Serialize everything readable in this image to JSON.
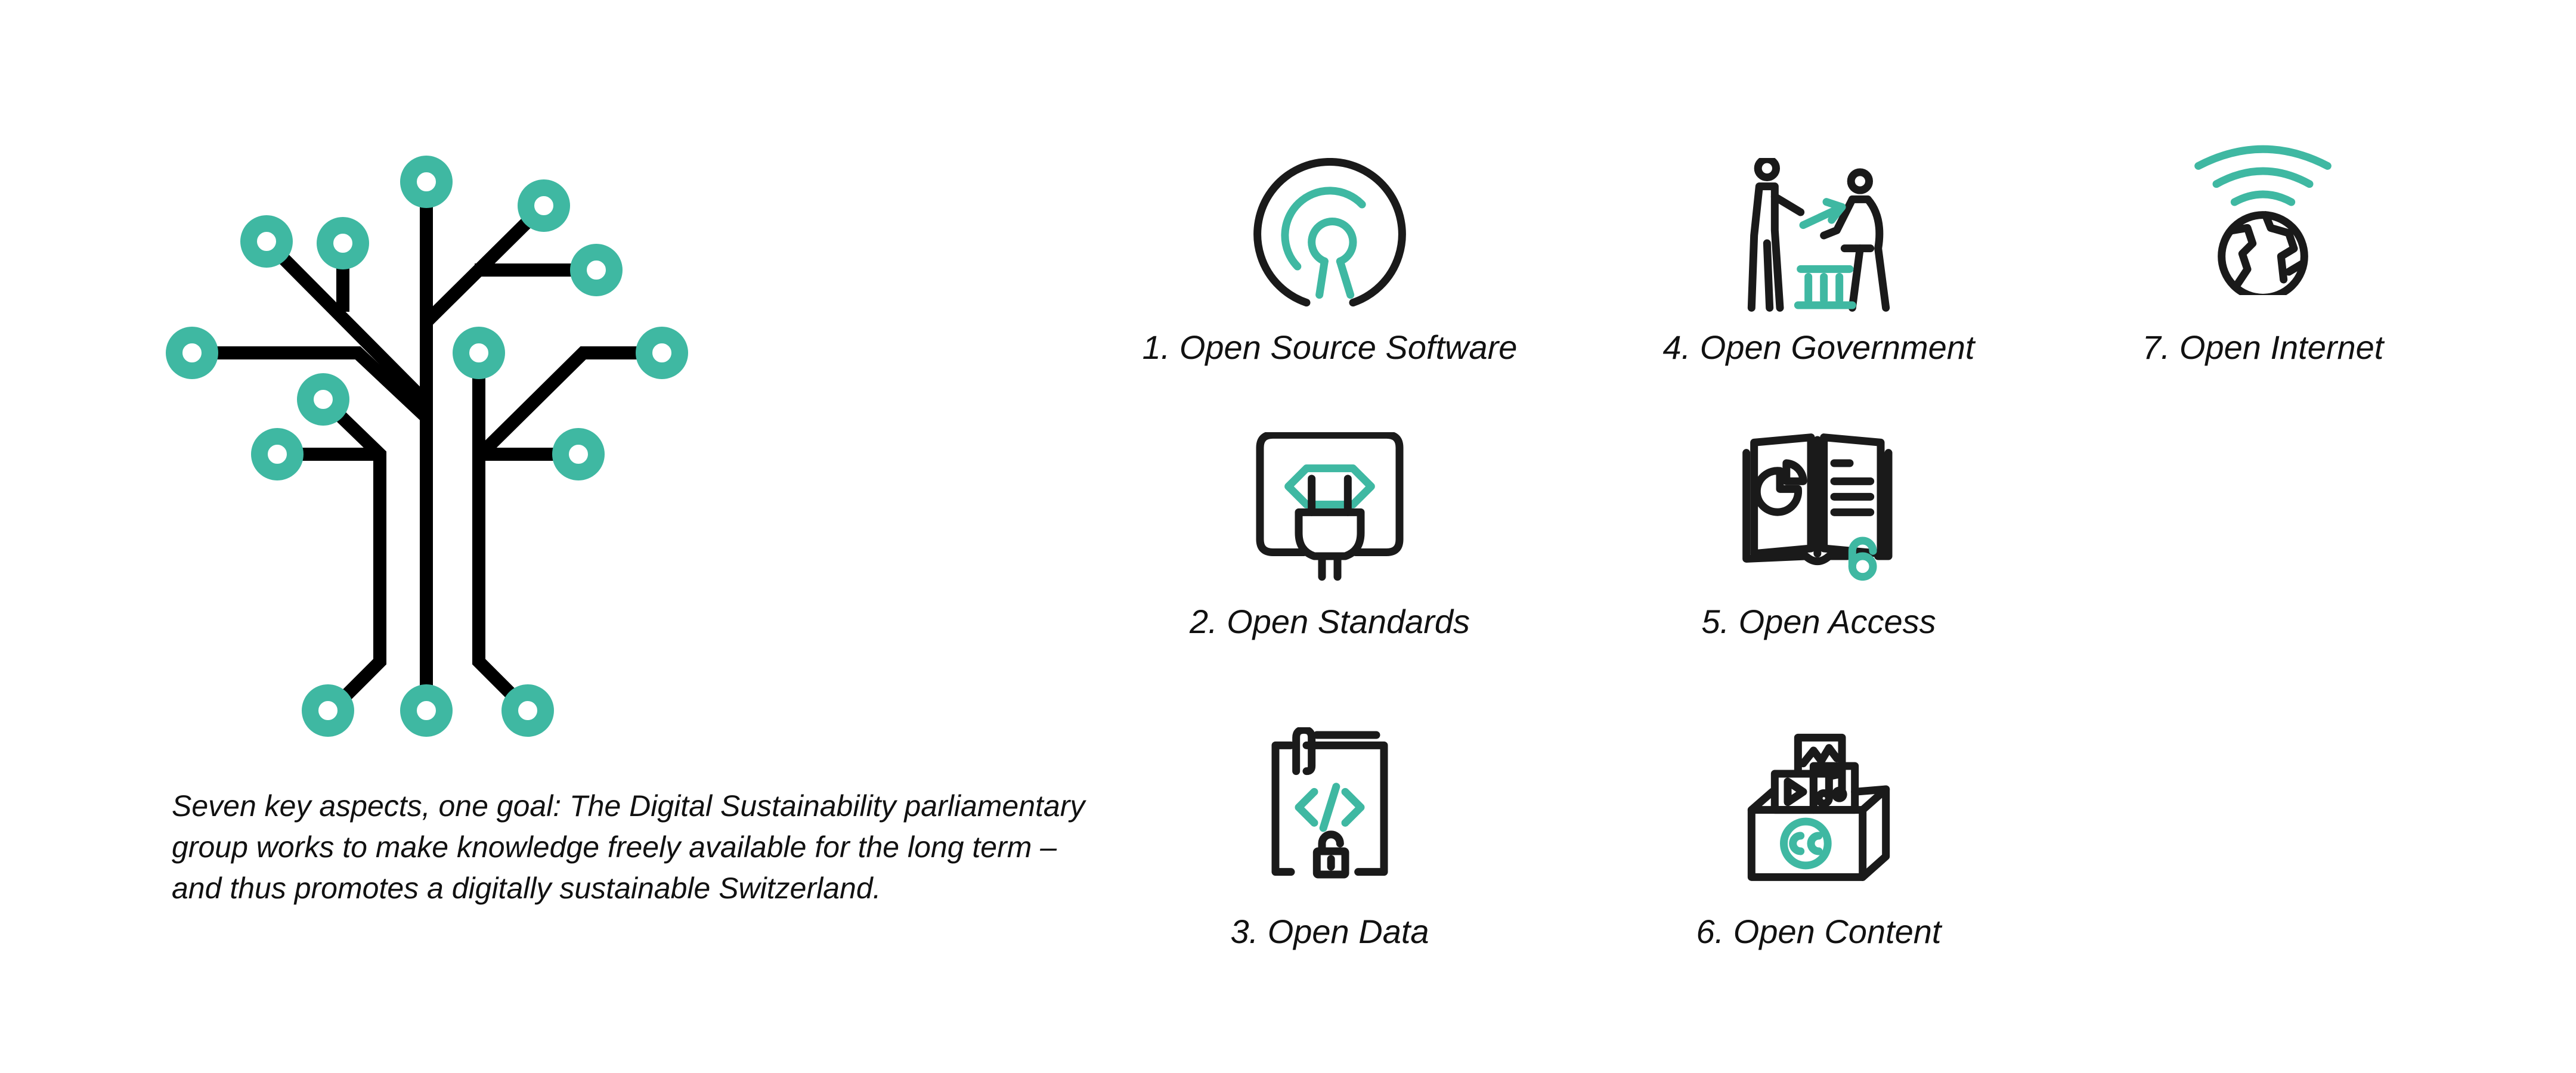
{
  "colors": {
    "accent": "#3fb8a2",
    "ink": "#111111",
    "background": "#ffffff"
  },
  "logo": {
    "icon": "circuit-tree-icon"
  },
  "description": "Seven key aspects, one goal: The Digital Sustainability parliamentary group works to make knowledge freely available for the long term – and thus promotes a digitally sustainable Switzerland.",
  "aspects": [
    {
      "label": "1.  Open Source Software",
      "icon": "open-source-icon"
    },
    {
      "label": "2. Open Standards",
      "icon": "plug-icon"
    },
    {
      "label": "3. Open Data",
      "icon": "code-document-icon"
    },
    {
      "label": "4.  Open Government",
      "icon": "government-people-icon"
    },
    {
      "label": "5.  Open Access",
      "icon": "open-book-icon"
    },
    {
      "label": "6.  Open Content",
      "icon": "creative-commons-box-icon"
    },
    {
      "label": "7.  Open Internet",
      "icon": "globe-wifi-icon"
    }
  ]
}
